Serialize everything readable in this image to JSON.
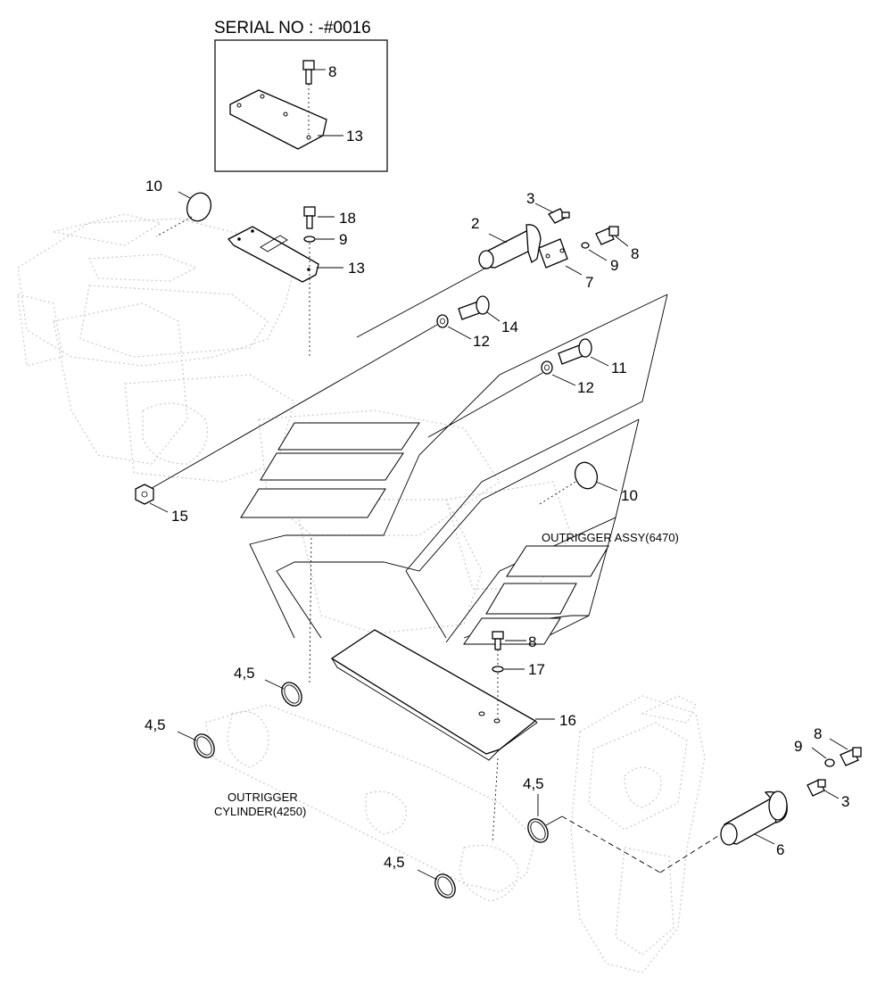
{
  "inset": {
    "serial": "SERIAL NO : -#0016"
  },
  "captions": {
    "outrigger_assy": "OUTRIGGER ASSY(6470)",
    "cylinder_line1": "OUTRIGGER",
    "cylinder_line2": "CYLINDER(4250)"
  },
  "callouts": {
    "inset_8": "8",
    "inset_13": "13",
    "c10a": "10",
    "c18": "18",
    "c9a": "9",
    "c13": "13",
    "c3a": "3",
    "c2": "2",
    "c8a": "8",
    "c9b": "9",
    "c7": "7",
    "c14": "14",
    "c12a": "12",
    "c11": "11",
    "c12b": "12",
    "c10b": "10",
    "c15": "15",
    "c8b": "8",
    "c17": "17",
    "c16": "16",
    "c45a": "4,5",
    "c45b": "4,5",
    "c45c": "4,5",
    "c45d": "4,5",
    "c8c": "8",
    "c9c": "9",
    "c3b": "3",
    "c6": "6"
  }
}
